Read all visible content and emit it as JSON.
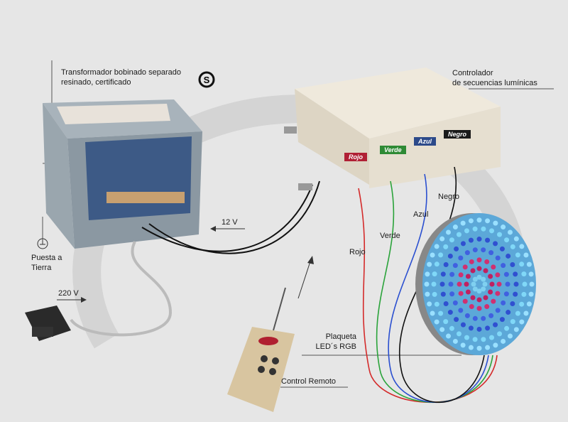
{
  "labels": {
    "transformer_line1": "Transformador bobinado separado",
    "transformer_line2": "resinado, certificado",
    "controller_line1": "Controlador",
    "controller_line2": "de secuencias lumínicas",
    "voltage_12": "12 V",
    "voltage_220": "220 V",
    "ground_line1": "Puesta a",
    "ground_line2": "Tierra",
    "led_line1": "Plaqueta",
    "led_line2": "LED´s  RGB",
    "remote": "Control Remoto"
  },
  "wires": [
    {
      "label": "Rojo",
      "color": "#d42a2a"
    },
    {
      "label": "Verde",
      "color": "#2aa33a"
    },
    {
      "label": "Azul",
      "color": "#2a4fd0"
    },
    {
      "label": "Negro",
      "color": "#111111"
    }
  ],
  "controller_tags": [
    {
      "label": "Rojo",
      "color": "#b02035"
    },
    {
      "label": "Verde",
      "color": "#2e8a35"
    },
    {
      "label": "Azul",
      "color": "#2c4a8a"
    },
    {
      "label": "Negro",
      "color": "#1a1a1a"
    }
  ],
  "icons": {
    "certification": "s-mark-certification-icon",
    "ground": "ground-symbol-icon"
  }
}
